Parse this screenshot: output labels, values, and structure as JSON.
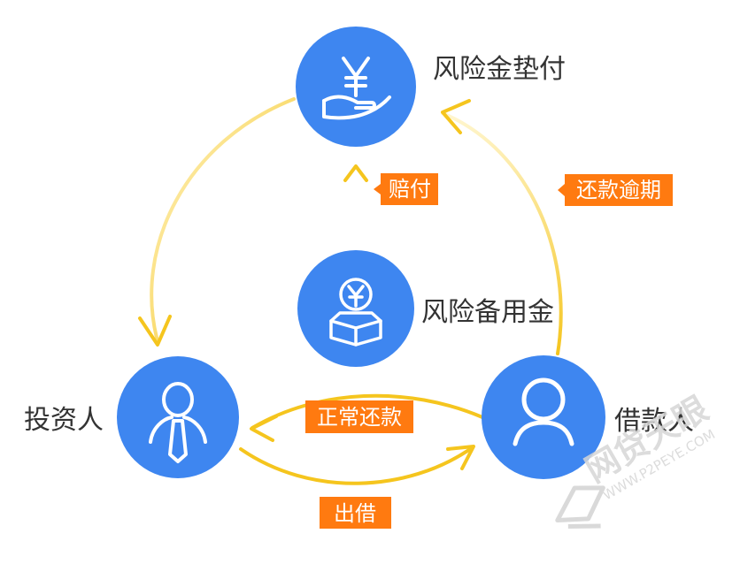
{
  "colors": {
    "node": "#3e86f0",
    "arrow": "#f5c51e",
    "tag": "#ff7a10",
    "watermark": "#d3d3d3"
  },
  "nodes": {
    "risk_fund_advance": {
      "label": "风险金垫付",
      "icon": "yen-hand-icon"
    },
    "risk_reserve": {
      "label": "风险备用金",
      "icon": "yen-coin-box-icon"
    },
    "investor": {
      "label": "投资人",
      "icon": "person-tie-icon"
    },
    "borrower": {
      "label": "借款人",
      "icon": "person-icon"
    }
  },
  "tags": {
    "compensation": "赔付",
    "overdue_repayment": "还款逾期",
    "normal_repayment": "正常还款",
    "lending": "出借"
  },
  "watermark": {
    "text": "网贷天眼",
    "url": "WWW.P2PEYE.COM",
    "icon": "eye-logo-icon"
  }
}
